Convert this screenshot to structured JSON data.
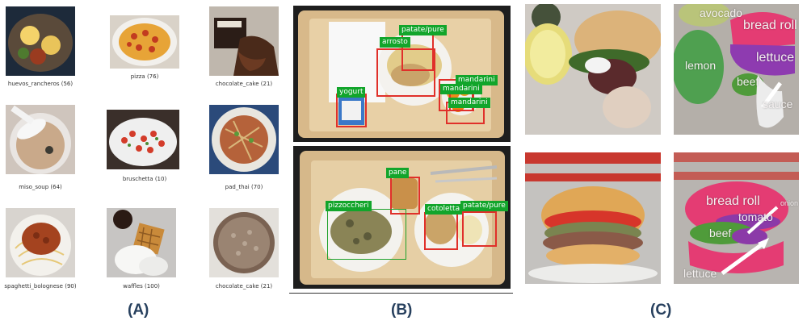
{
  "panels": {
    "a": {
      "label": "(A)",
      "thumbs": [
        {
          "caption": "huevos_rancheros (56)"
        },
        {
          "caption": "pizza (76)"
        },
        {
          "caption": "chocolate_cake (21)"
        },
        {
          "caption": "miso_soup (64)"
        },
        {
          "caption": "bruschetta (10)"
        },
        {
          "caption": "pad_thai (70)"
        },
        {
          "caption": "spaghetti_bolognese (90)"
        },
        {
          "caption": "waffles (100)"
        },
        {
          "caption": "chocolate_cake (21)"
        }
      ]
    },
    "b": {
      "label": "(B)",
      "top_tags": [
        "patate/pure",
        "arrosto",
        "yogurt",
        "mandarini",
        "mandarini",
        "mandarini"
      ],
      "bottom_tags": [
        "pane",
        "pizzoccheri",
        "cotoletta",
        "patate/pure"
      ]
    },
    "c": {
      "label": "(C)",
      "top_labels": [
        "avocado",
        "bread roll",
        "lemon",
        "lettuce",
        "beef",
        "sauce"
      ],
      "bottom_labels": [
        "bread roll",
        "onion",
        "tomato",
        "beef",
        "lettuce"
      ]
    }
  },
  "colors": {
    "tag_green": "#12a52b",
    "box_red": "#e0302a",
    "panel_label": "#27405e"
  }
}
